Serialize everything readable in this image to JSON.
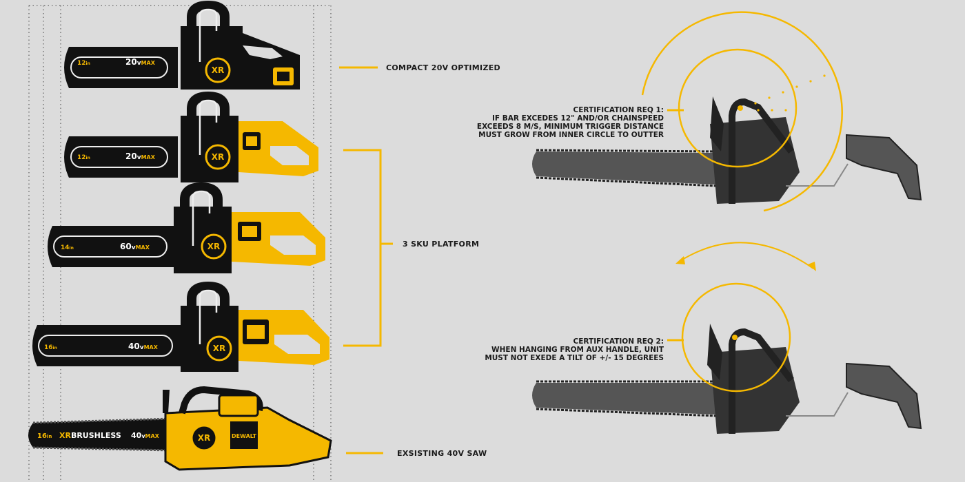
{
  "colors": {
    "accent": "#f5b800",
    "ink": "#111111",
    "background": "#dcdcdc",
    "gray": "#8a8a8a"
  },
  "labels": {
    "compact": "COMPACT 20V OPTIMIZED",
    "platform": "3 SKU PLATFORM",
    "existing": "EXSISTING 40V SAW"
  },
  "saws": [
    {
      "bar_length": "12",
      "unit": "in",
      "voltage": "20",
      "volt_unit": "v",
      "max": "MAX",
      "badge": "XR",
      "handle": "black"
    },
    {
      "bar_length": "12",
      "unit": "in",
      "voltage": "20",
      "volt_unit": "v",
      "max": "MAX",
      "badge": "XR",
      "handle": "yellow"
    },
    {
      "bar_length": "14",
      "unit": "in",
      "voltage": "60",
      "volt_unit": "v",
      "max": "MAX",
      "badge": "XR",
      "handle": "yellow"
    },
    {
      "bar_length": "16",
      "unit": "in",
      "voltage": "40",
      "volt_unit": "v",
      "max": "MAX",
      "badge": "XR",
      "handle": "yellow"
    }
  ],
  "existing_saw": {
    "bar_length": "16",
    "unit": "in",
    "series": "XR",
    "brushless": "BRUSHLESS",
    "voltage": "40",
    "volt_unit": "v",
    "max": "MAX",
    "brand": "DEWALT",
    "badge": "XR"
  },
  "certifications": [
    {
      "title": "CERTIFICATION REQ 1:",
      "lines": [
        "IF BAR EXCEDES 12\" AND/OR CHAINSPEED",
        "EXCEEDS 8 M/S, MINIMUM TRIGGER DISTANCE",
        "MUST GROW FROM INNER CIRCLE TO OUTTER"
      ]
    },
    {
      "title": "CERTIFICATION REQ 2:",
      "lines": [
        "WHEN HANGING FROM AUX HANDLE, UNIT",
        "MUST NOT EXEDE A TILT OF +/- 15 DEGREES"
      ]
    }
  ]
}
